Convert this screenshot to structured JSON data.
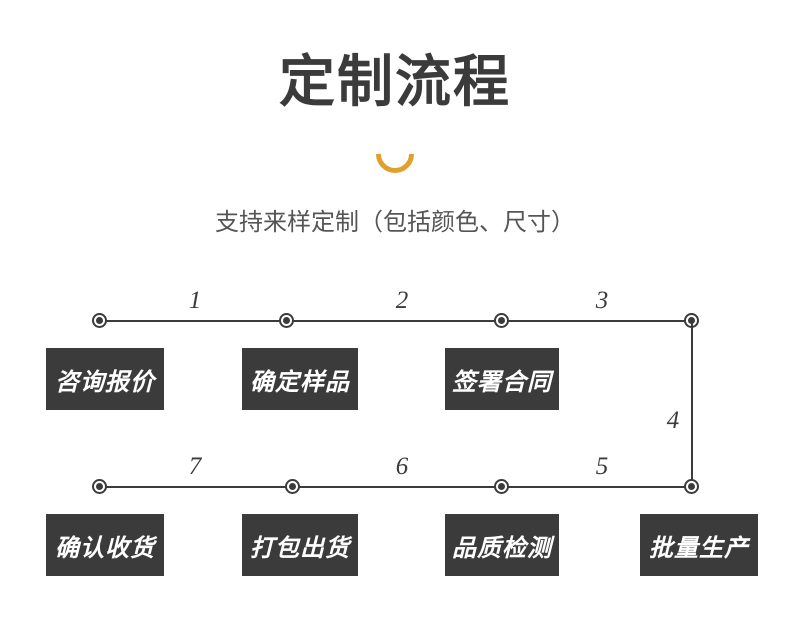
{
  "header": {
    "title": "定制流程",
    "subtitle": "支持来样定制（包括颜色、尺寸）",
    "accent_color": "#e0a02e",
    "text_color": "#3b3b3b",
    "subtitle_color": "#555555"
  },
  "flow": {
    "chip_bg": "#3b3b3b",
    "chip_text_color": "#ffffff",
    "line_color": "#3b3b3b",
    "top_row": {
      "numbers": [
        "1",
        "2",
        "3"
      ],
      "steps": [
        "咨询报价",
        "确定样品",
        "签署合同"
      ]
    },
    "right_connector": {
      "number": "4"
    },
    "bottom_row": {
      "numbers": [
        "7",
        "6",
        "5"
      ],
      "steps": [
        "确认收货",
        "打包出货",
        "品质检测",
        "批量生产"
      ]
    }
  }
}
